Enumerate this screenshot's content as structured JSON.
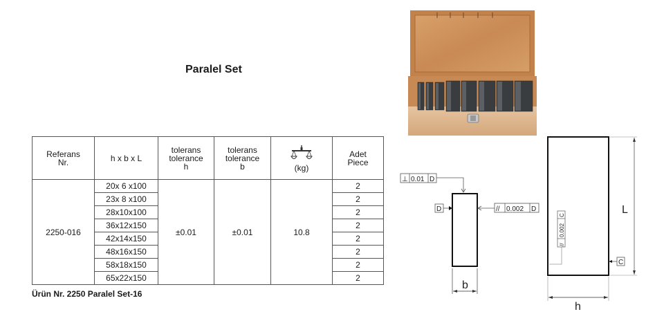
{
  "title": "Paralel Set",
  "table": {
    "headers": {
      "ref": [
        "Referans",
        "Nr."
      ],
      "dims": "h x b x L",
      "tol_h": [
        "tolerans",
        "tolerance",
        "h"
      ],
      "tol_b": [
        "tolerans",
        "tolerance",
        "b"
      ],
      "weight_icon": "balance-scale-icon",
      "weight_unit": "(kg)",
      "qty": [
        "Adet",
        "Piece"
      ]
    },
    "reference": "2250-016",
    "tolerance_h": "±0.01",
    "tolerance_b": "±0.01",
    "weight": "10.8",
    "rows": [
      {
        "dims": "20x 6 x100",
        "qty": "2"
      },
      {
        "dims": "23x 8 x100",
        "qty": "2"
      },
      {
        "dims": "28x10x100",
        "qty": "2"
      },
      {
        "dims": "36x12x150",
        "qty": "2"
      },
      {
        "dims": "42x14x150",
        "qty": "2"
      },
      {
        "dims": "48x16x150",
        "qty": "2"
      },
      {
        "dims": "58x18x150",
        "qty": "2"
      },
      {
        "dims": "65x22x150",
        "qty": "2"
      }
    ]
  },
  "footer": "Ürün Nr. 2250 Paralel Set-16",
  "drawing_b": {
    "perpendicularity": {
      "symbol": "⊥",
      "value": "0.01",
      "datum": "D"
    },
    "parallelism": {
      "symbol": "//",
      "value": "0.002",
      "datum": "D"
    },
    "datum_label": "D",
    "dimension_label": "b"
  },
  "drawing_h": {
    "parallelism": {
      "symbol": "//",
      "value": "0.002",
      "datum": "C"
    },
    "datum_label": "C",
    "length_label": "L",
    "width_label": "h"
  },
  "colors": {
    "wood_light": "#d9a574",
    "wood_dark": "#b8794a",
    "steel": "#3a3d40",
    "line": "#222222"
  }
}
